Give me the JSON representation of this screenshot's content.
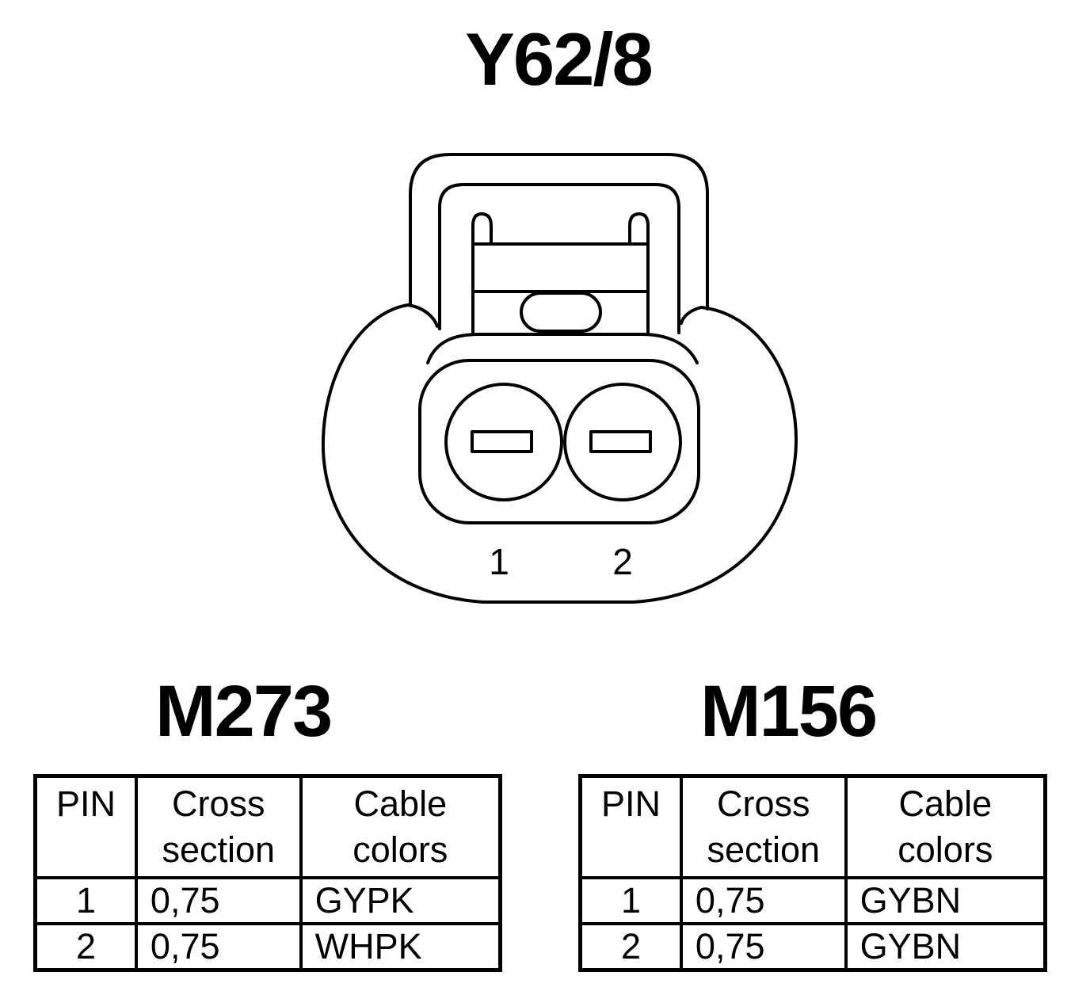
{
  "connector": {
    "title": "Y62/8",
    "pin_numbers": [
      "1",
      "2"
    ]
  },
  "variants": [
    {
      "title": "M273",
      "headers": {
        "pin": "PIN",
        "cross_section": "Cross section",
        "cable_colors": "Cable colors"
      },
      "rows": [
        {
          "pin": "1",
          "cross_section": "0,75",
          "cable_color": "GYPK"
        },
        {
          "pin": "2",
          "cross_section": "0,75",
          "cable_color": "WHPK"
        }
      ]
    },
    {
      "title": "M156",
      "headers": {
        "pin": "PIN",
        "cross_section": "Cross section",
        "cable_colors": "Cable colors"
      },
      "rows": [
        {
          "pin": "1",
          "cross_section": "0,75",
          "cable_color": "GYBN"
        },
        {
          "pin": "2",
          "cross_section": "0,75",
          "cable_color": "GYBN"
        }
      ]
    }
  ]
}
